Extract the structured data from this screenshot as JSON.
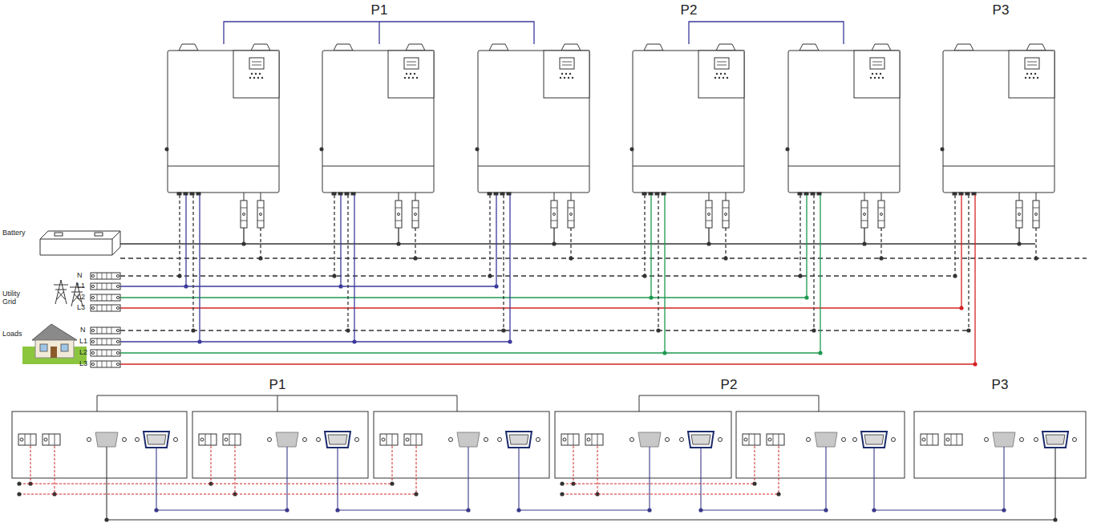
{
  "diagram": {
    "labels": [
      "P1",
      "P2",
      "P3",
      "Battery",
      "N",
      "L1",
      "L2",
      "L3",
      "Utility Grid",
      "N",
      "L1",
      "L2",
      "L3",
      "Loads",
      "P1",
      "P2",
      "P3"
    ]
  }
}
